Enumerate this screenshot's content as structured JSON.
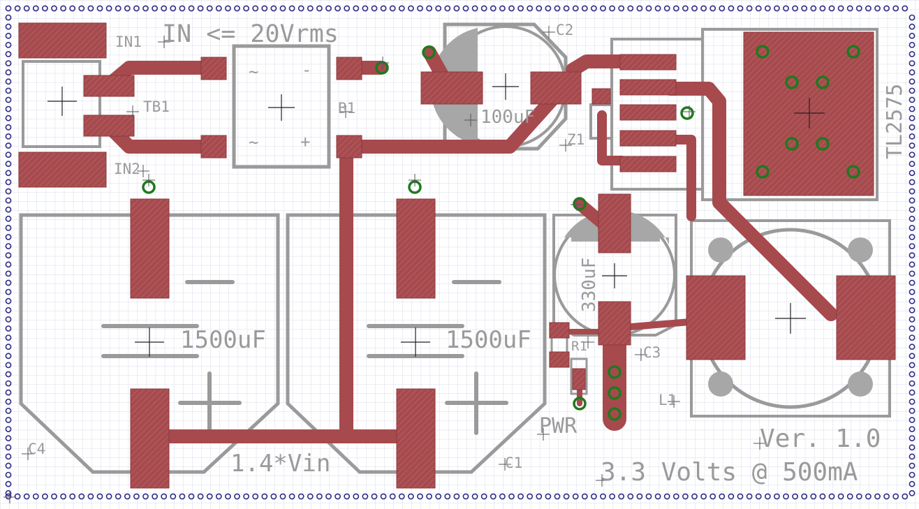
{
  "colors": {
    "background": "#ffffff",
    "grid": "#d8dbe8",
    "copper": "#a64a4e",
    "pad": "#9e4246",
    "silk": "#9a9a9a",
    "via_ring": "#1e7a1e",
    "border_dot": "#2e2a8a"
  },
  "labels": {
    "in_note": "IN <= 20Vrms",
    "tb1": "TB1",
    "in1": "IN1",
    "in2": "IN2",
    "b1": "B1",
    "c2": "C2",
    "c2_value": "100uF",
    "z1": "Z1",
    "u1": "TL2575",
    "c4_value": "1500uF",
    "c1_value": "1500uF",
    "c4": "C4",
    "c1": "C1",
    "c3_value": "330uF",
    "c3": "C3",
    "r1": "R1",
    "l1": "L1",
    "pwr": "PWR",
    "vin_note": "1.4*Vin",
    "version": "Ver. 1.0",
    "rating": "3.3 Volts @ 500mA",
    "b1_ac1": "~",
    "b1_ac2": "~",
    "b1_minus": "-",
    "b1_plus": "+"
  }
}
